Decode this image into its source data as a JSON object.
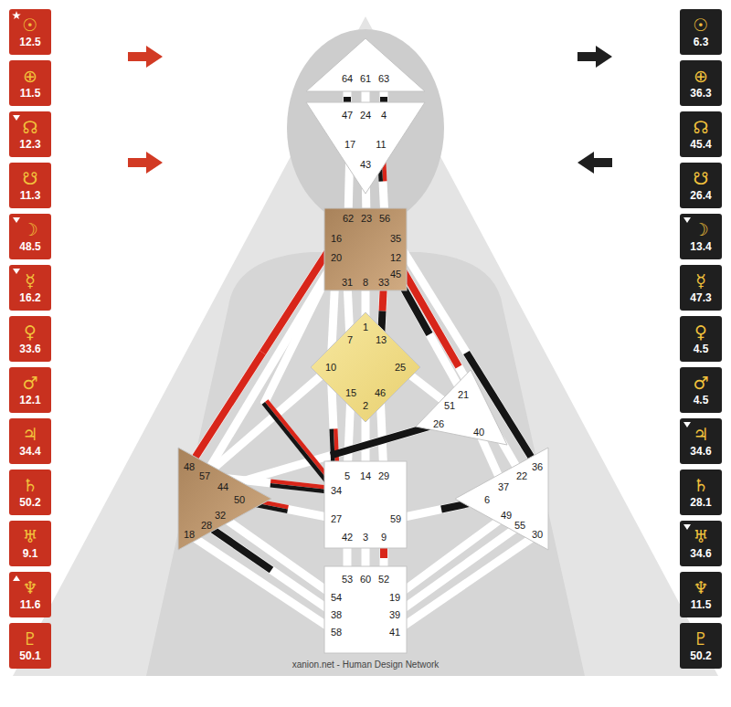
{
  "diagram": {
    "nodes": [
      {
        "text": [
          "64",
          "61",
          "63"
        ]
      },
      {
        "text": [
          "47",
          "24",
          "4",
          "17",
          "11",
          "43"
        ]
      },
      {
        "text": [
          "62",
          "23",
          "56",
          "16",
          "35",
          "20",
          "12",
          "45",
          "31",
          "8",
          "33"
        ]
      },
      {
        "text": [
          "1",
          "7",
          "13",
          "10",
          "25",
          "15",
          "46",
          "2"
        ]
      },
      {
        "text": [
          "21",
          "51",
          "26",
          "40"
        ]
      },
      {
        "text": [
          "48",
          "57",
          "44",
          "50",
          "32",
          "28",
          "18"
        ]
      },
      {
        "text": [
          "5",
          "14",
          "29",
          "34",
          "27",
          "59",
          "42",
          "3",
          "9"
        ]
      },
      {
        "text": [
          "36",
          "22",
          "37",
          "6",
          "49",
          "55",
          "30"
        ]
      },
      {
        "text": [
          "53",
          "60",
          "52",
          "54",
          "19",
          "38",
          "39",
          "58",
          "41"
        ]
      },
      {
        "text": [
          "☉",
          "12.5"
        ]
      },
      {
        "text": [
          "⊕",
          "11.5"
        ]
      },
      {
        "text": [
          "☊",
          "12.3"
        ]
      },
      {
        "text": [
          "☋",
          "11.3"
        ]
      },
      {
        "text": [
          "☽",
          "48.5"
        ]
      },
      {
        "text": [
          "☿",
          "16.2"
        ]
      },
      {
        "text": [
          "♀",
          "33.6"
        ]
      },
      {
        "text": [
          "♂",
          "12.1"
        ]
      },
      {
        "text": [
          "♃",
          "34.4"
        ]
      },
      {
        "text": [
          "♄",
          "50.2"
        ]
      },
      {
        "text": [
          "♅",
          "9.1"
        ]
      },
      {
        "text": [
          "♆",
          "11.6"
        ]
      },
      {
        "text": [
          "♇",
          "50.1"
        ]
      },
      {
        "text": [
          "☉",
          "6.3"
        ]
      },
      {
        "text": [
          "⊕",
          "36.3"
        ]
      },
      {
        "text": [
          "☊",
          "45.4"
        ]
      },
      {
        "text": [
          "☋",
          "26.4"
        ]
      },
      {
        "text": [
          "☽",
          "13.4"
        ]
      },
      {
        "text": [
          "☿",
          "47.3"
        ]
      },
      {
        "text": [
          "♀",
          "4.5"
        ]
      },
      {
        "text": [
          "♂",
          "4.5"
        ]
      },
      {
        "text": [
          "♃",
          "34.6"
        ]
      },
      {
        "text": [
          "♄",
          "28.1"
        ]
      },
      {
        "text": [
          "♅",
          "34.6"
        ]
      },
      {
        "text": [
          "♆",
          "11.5"
        ]
      },
      {
        "text": [
          "♇",
          "50.2"
        ]
      }
    ],
    "edges": [
      {
        "from": 0,
        "to": 1,
        "arrow": "none"
      },
      {
        "from": 0,
        "to": 1,
        "arrow": "none"
      },
      {
        "from": 0,
        "to": 1,
        "arrow": "none"
      },
      {
        "from": 1,
        "to": 2,
        "arrow": "none"
      },
      {
        "from": 1,
        "to": 2,
        "arrow": "none"
      },
      {
        "from": 1,
        "to": 2,
        "arrow": "none"
      },
      {
        "from": 2,
        "to": 3,
        "arrow": "none"
      },
      {
        "from": 2,
        "to": 3,
        "arrow": "none"
      },
      {
        "from": 2,
        "to": 3,
        "arrow": "none"
      },
      {
        "from": 2,
        "to": 3,
        "arrow": "none"
      },
      {
        "from": 2,
        "to": 5,
        "arrow": "none"
      },
      {
        "from": 2,
        "to": 5,
        "arrow": "none"
      },
      {
        "from": 2,
        "to": 6,
        "arrow": "none"
      },
      {
        "from": 2,
        "to": 4,
        "arrow": "none"
      },
      {
        "from": 2,
        "to": 7,
        "arrow": "none"
      },
      {
        "from": 2,
        "to": 7,
        "arrow": "none"
      },
      {
        "from": 3,
        "to": 6,
        "arrow": "none"
      },
      {
        "from": 3,
        "to": 6,
        "arrow": "none"
      },
      {
        "from": 3,
        "to": 6,
        "arrow": "none"
      },
      {
        "from": 3,
        "to": 5,
        "arrow": "none"
      },
      {
        "from": 3,
        "to": 6,
        "arrow": "none"
      },
      {
        "from": 3,
        "to": 4,
        "arrow": "none"
      },
      {
        "from": 4,
        "to": 5,
        "arrow": "none"
      },
      {
        "from": 4,
        "to": 7,
        "arrow": "none"
      },
      {
        "from": 5,
        "to": 6,
        "arrow": "none"
      },
      {
        "from": 5,
        "to": 6,
        "arrow": "none"
      },
      {
        "from": 5,
        "to": 8,
        "arrow": "none"
      },
      {
        "from": 5,
        "to": 8,
        "arrow": "none"
      },
      {
        "from": 5,
        "to": 8,
        "arrow": "none"
      },
      {
        "from": 6,
        "to": 7,
        "arrow": "none"
      },
      {
        "from": 6,
        "to": 8,
        "arrow": "none"
      },
      {
        "from": 6,
        "to": 8,
        "arrow": "none"
      },
      {
        "from": 6,
        "to": 8,
        "arrow": "none"
      },
      {
        "from": 7,
        "to": 8,
        "arrow": "none"
      },
      {
        "from": 7,
        "to": 8,
        "arrow": "none"
      },
      {
        "from": 7,
        "to": 8,
        "arrow": "none"
      }
    ],
    "labels": [
      "xanion.net - Human Design Network"
    ]
  }
}
